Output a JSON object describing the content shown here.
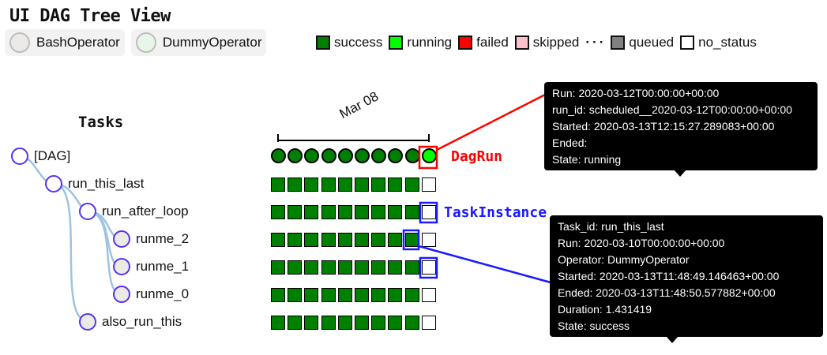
{
  "title": "UI DAG Tree View",
  "operator_legend": [
    {
      "label": "BashOperator",
      "color": "#eceae6"
    },
    {
      "label": "DummyOperator",
      "color": "#e8f6e8"
    }
  ],
  "state_legend": [
    {
      "label": "success",
      "color": "#008000"
    },
    {
      "label": "running",
      "color": "#00ff00"
    },
    {
      "label": "failed",
      "color": "#ff0000"
    },
    {
      "label": "skipped",
      "color": "#ffc0cb"
    },
    {
      "label": "queued",
      "color": "#808080"
    },
    {
      "label": "no_status",
      "color": "#ffffff"
    }
  ],
  "tasks_header": "Tasks",
  "date_label": "Mar 08",
  "tree": [
    {
      "label": "[DAG]",
      "depth": 0,
      "fill": "#ffffff"
    },
    {
      "label": "run_this_last",
      "depth": 1,
      "fill": "#ffffff"
    },
    {
      "label": "run_after_loop",
      "depth": 2,
      "fill": "#ffffff"
    },
    {
      "label": "runme_2",
      "depth": 3,
      "fill": "#eceae6"
    },
    {
      "label": "runme_1",
      "depth": 3,
      "fill": "#eceae6"
    },
    {
      "label": "runme_0",
      "depth": 3,
      "fill": "#eceae6"
    },
    {
      "label": "also_run_this",
      "depth": 2,
      "fill": "#eceae6"
    }
  ],
  "grid": {
    "dag_runs": [
      "success",
      "success",
      "success",
      "success",
      "success",
      "success",
      "success",
      "success",
      "success",
      "running"
    ],
    "task_rows": [
      [
        "success",
        "success",
        "success",
        "success",
        "success",
        "success",
        "success",
        "success",
        "success",
        "no_status"
      ],
      [
        "success",
        "success",
        "success",
        "success",
        "success",
        "success",
        "success",
        "success",
        "success",
        "no_status"
      ],
      [
        "success",
        "success",
        "success",
        "success",
        "success",
        "success",
        "success",
        "success",
        "success",
        "no_status"
      ],
      [
        "success",
        "success",
        "success",
        "success",
        "success",
        "success",
        "success",
        "success",
        "success",
        "no_status"
      ],
      [
        "success",
        "success",
        "success",
        "success",
        "success",
        "success",
        "success",
        "success",
        "success",
        "no_status"
      ],
      [
        "success",
        "success",
        "success",
        "success",
        "success",
        "success",
        "success",
        "success",
        "success",
        "no_status"
      ]
    ]
  },
  "callouts": {
    "dagrun": "DagRun",
    "taskinstance": "TaskInstance"
  },
  "dagrun_tooltip": [
    "Run: 2020-03-12T00:00:00+00:00",
    "run_id: scheduled__2020-03-12T00:00:00+00:00",
    "Started: 2020-03-13T12:15:27.289083+00:00",
    "Ended:",
    "State: running"
  ],
  "task_tooltip": [
    "Task_id: run_this_last",
    "Run: 2020-03-10T00:00:00+00:00",
    "Operator: DummyOperator",
    "Started: 2020-03-13T11:48:49.146463+00:00",
    "Ended: 2020-03-13T11:48:50.577882+00:00",
    "Duration: 1.431419",
    "State: success"
  ]
}
